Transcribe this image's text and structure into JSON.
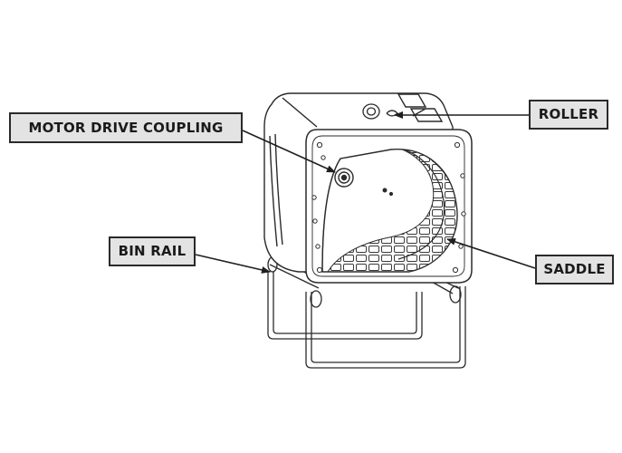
{
  "callouts": {
    "motor_drive_coupling": "MOTOR DRIVE COUPLING",
    "roller": "ROLLER",
    "bin_rail": "BIN RAIL",
    "saddle": "SADDLE"
  },
  "colors": {
    "label_fill": "#e3e3e3",
    "label_border": "#2a2a2a",
    "line": "#1f1f1f"
  }
}
